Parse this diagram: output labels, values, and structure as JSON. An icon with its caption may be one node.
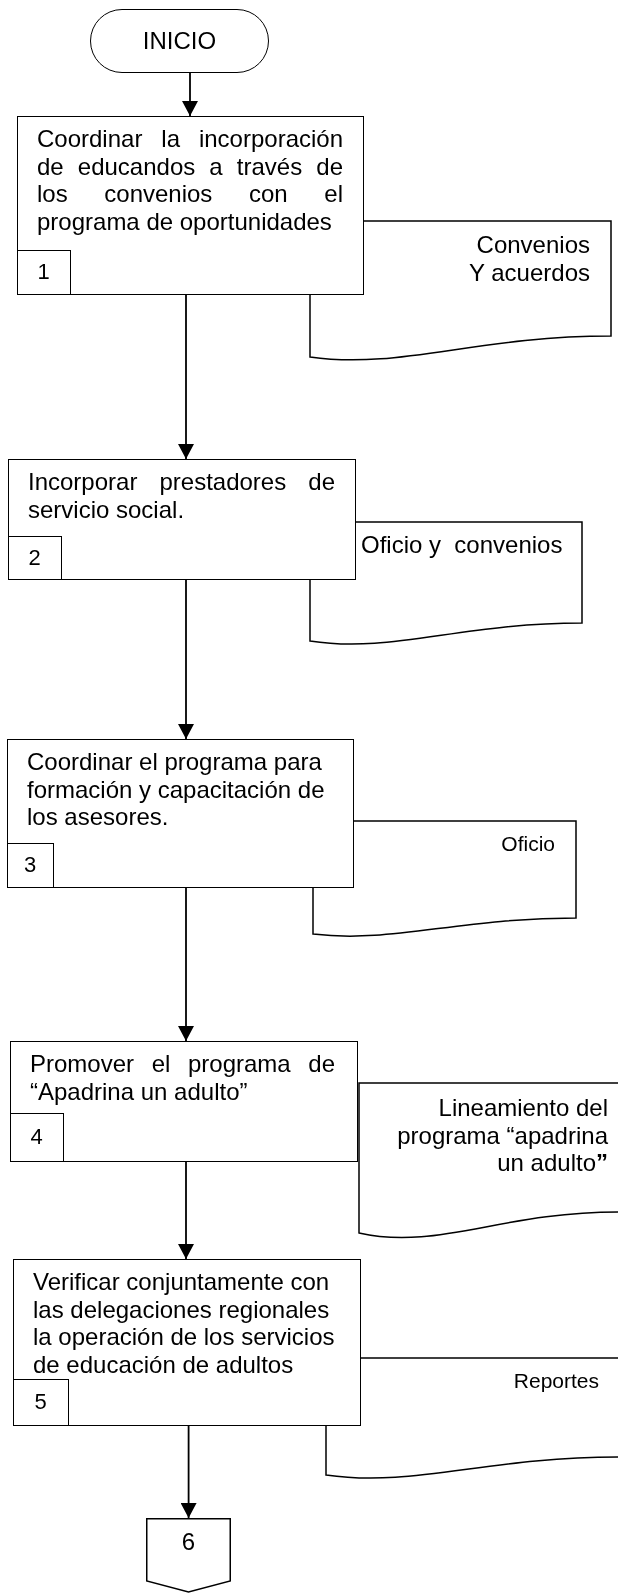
{
  "diagram": {
    "nodes": [
      {
        "text": [
          "INICIO"
        ]
      },
      {
        "text": [
          "Coordinar la incorporación de educandos a través de los convenios con el programa de oportunidades"
        ]
      },
      {
        "text": [
          "1"
        ],
        "in": 1
      },
      {
        "text": [
          "Convenios Y acuerdos"
        ]
      },
      {
        "text": [
          "Incorporar prestadores de servicio social."
        ]
      },
      {
        "text": [
          "2"
        ],
        "in": 4
      },
      {
        "text": [
          "Oficio y  convenios"
        ]
      },
      {
        "text": [
          "Coordinar el programa para formación y capacitación de los asesores."
        ]
      },
      {
        "text": [
          "3"
        ],
        "in": 7
      },
      {
        "text": [
          "Oficio"
        ]
      },
      {
        "text": [
          "Promover el programa de “Apadrina un adulto”"
        ]
      },
      {
        "text": [
          "4"
        ],
        "in": 10
      },
      {
        "text": [
          "Lineamiento del programa “apadrina un adulto**”**"
        ]
      },
      {
        "text": [
          "Verificar conjuntamente con las delegaciones regionales la operación de los servicios de educación de adultos"
        ]
      },
      {
        "text": [
          "5"
        ],
        "in": 13
      },
      {
        "text": [
          "Reportes"
        ]
      },
      {
        "text": [
          "6"
        ]
      }
    ],
    "edges": [
      {
        "from": 0,
        "to": 1,
        "arrow": "to"
      },
      {
        "from": 1,
        "to": 4,
        "arrow": "to"
      },
      {
        "from": 4,
        "to": 7,
        "arrow": "to"
      },
      {
        "from": 7,
        "to": 10,
        "arrow": "to"
      },
      {
        "from": 10,
        "to": 13,
        "arrow": "to"
      },
      {
        "from": 13,
        "to": 16,
        "arrow": "to"
      }
    ]
  }
}
